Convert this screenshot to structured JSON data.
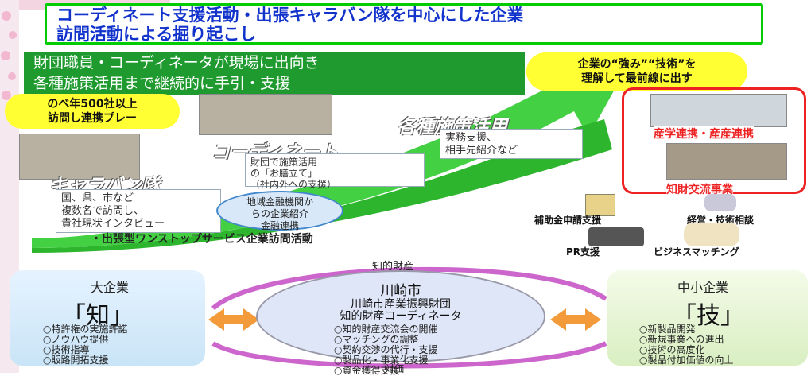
{
  "title": {
    "line1": "コーディネート支援活動・出張キャラバン隊を中心にした企業",
    "line2": "訪問活動による掘り起こし"
  },
  "banner": {
    "line1": "財団職員・コーディネータが現場に出向き",
    "line2": "各種施策活用まで継続的に手引・支援"
  },
  "callouts": {
    "visits_line1": "のべ年500社以上",
    "visits_line2": "訪問し連携プレー",
    "strength_line1": "企業の“強み”“技術”を",
    "strength_line2": "理解して最前線に出す"
  },
  "stages": {
    "policy": "各種施策活用",
    "coordinate": "コーディネート",
    "caravan": "キャラバン隊"
  },
  "notes": {
    "policy_1": "実務支援、",
    "policy_2": "相手先紹介など",
    "coord_1": "財団で施策活用",
    "coord_2": "の「お膳立て」",
    "coord_3": "（社内外への支援）",
    "caravan_1": "国、県、市など",
    "caravan_2": "複数名で訪問し、",
    "caravan_3": "貴社現状インタビュー",
    "finance_1": "地域金融機関か",
    "finance_2": "らの企業紹介",
    "finance_3": "金融連携"
  },
  "onestop": "・出張型ワンストップサービス企業訪問活動",
  "programs": {
    "industry": "産学連携・産産連携",
    "ip_exchange": "知財交流事業",
    "subsidy": "補助金申請支援",
    "management": "経営・技術相談",
    "pr": "PR支援",
    "matching": "ビジネスマッチング"
  },
  "flow": {
    "ip": "知的財産",
    "payment": "対価"
  },
  "large": {
    "title": "大企業",
    "char": "「知」",
    "items": [
      "○特許権の実施許諾",
      "○ノウハウ提供",
      "○技術指導",
      "○販路開拓支援"
    ]
  },
  "center": {
    "title": "川崎市",
    "sub1": "川崎市産業振興財団",
    "sub2": "知的財産コーディネータ",
    "items": [
      "○知的財産交流会の開催",
      "○マッチングの調整",
      "○契約交渉の代行・支援",
      "○製品化・事業化支援",
      "○資金獲得支援"
    ]
  },
  "sme": {
    "title": "中小企業",
    "char": "「技」",
    "items": [
      "○新製品開発",
      "○新規事業への進出",
      "○技術の高度化",
      "○製品付加価値の向上"
    ]
  },
  "colors": {
    "green": "#1f9a2e",
    "bright_green": "#33cc33",
    "yellow": "#ffff33",
    "red": "#ee2222",
    "blue_text": "#1133cc",
    "orange_arrow": "#f39a3a",
    "purple_arc": "#cc66cc"
  }
}
